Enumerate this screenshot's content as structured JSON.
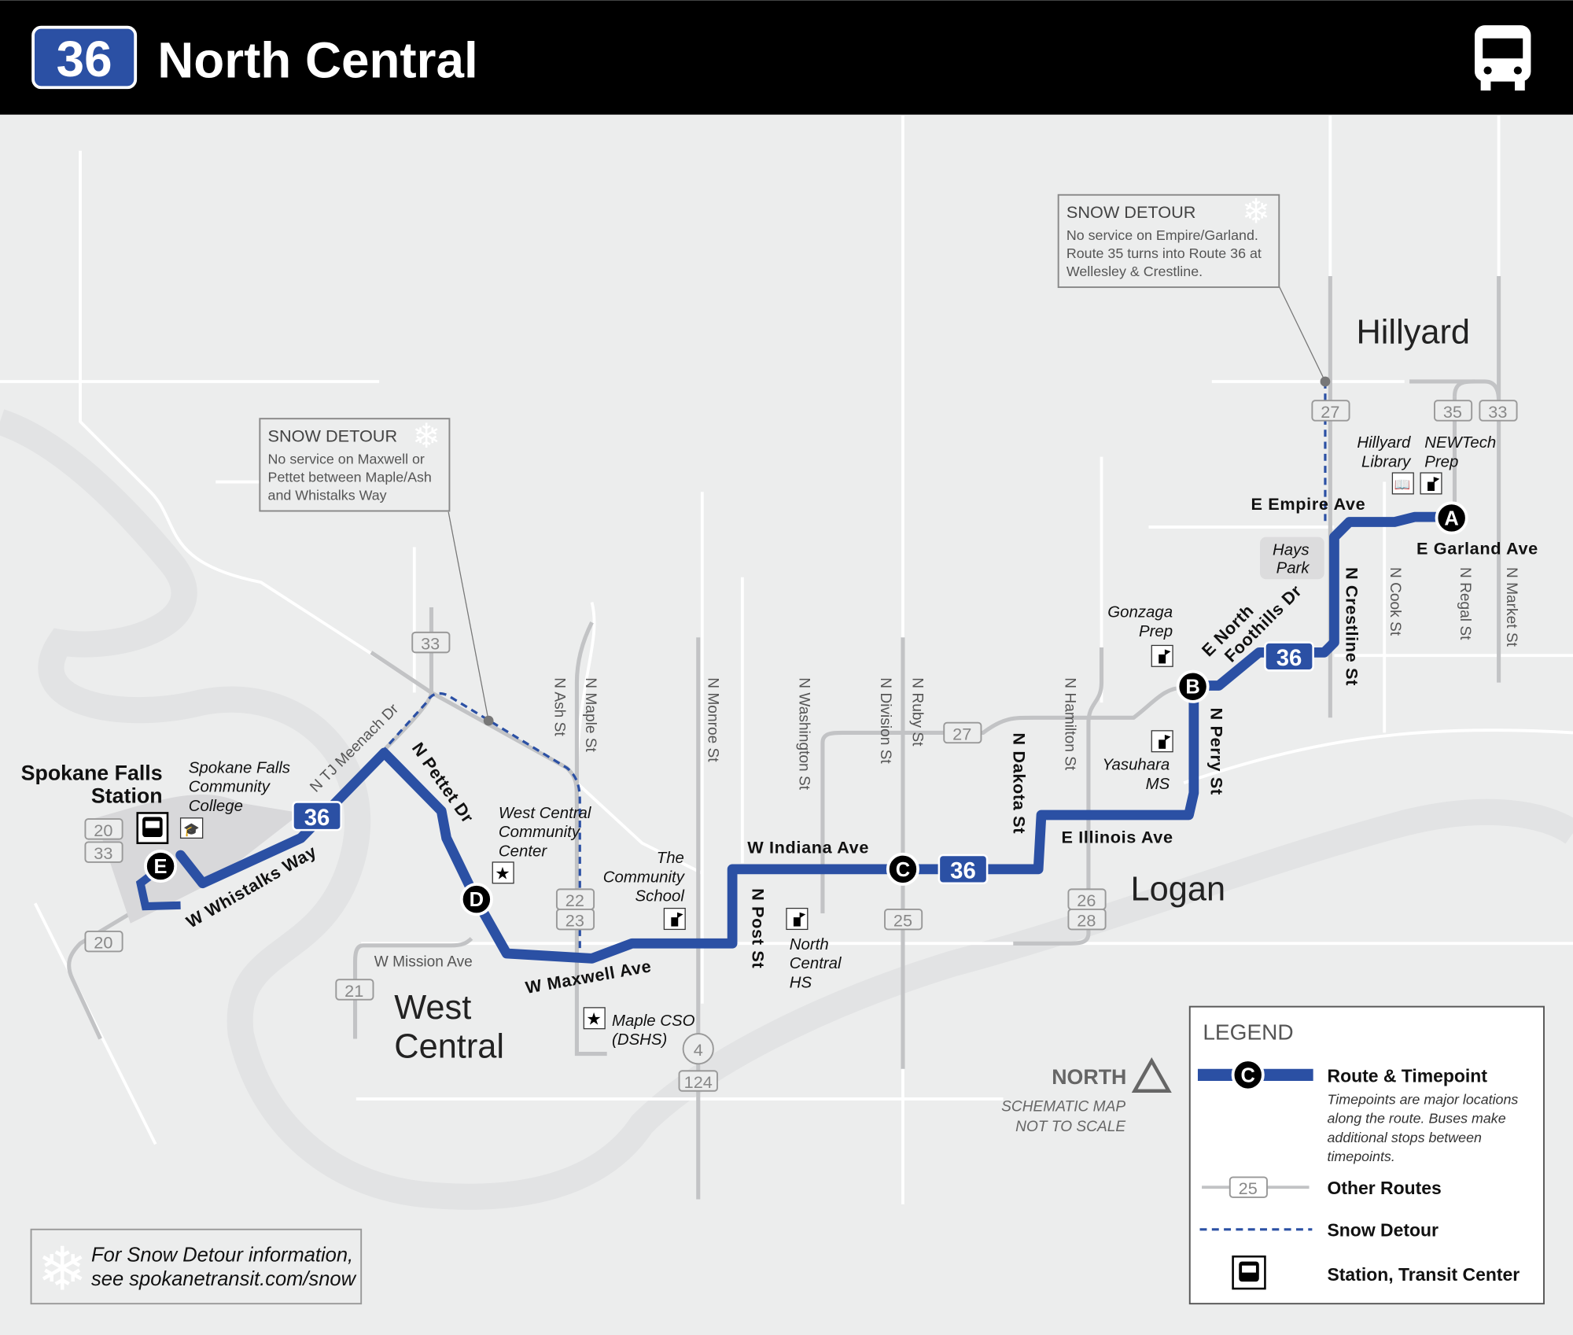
{
  "header": {
    "route_number": "36",
    "route_name": "North Central",
    "icon": "bus-icon"
  },
  "detour_notes": [
    {
      "title": "SNOW DETOUR",
      "lines": [
        "No service on Empire/Garland.",
        "Route 35 turns into Route 36 at",
        "Wellesley & Crestline."
      ]
    },
    {
      "title": "SNOW DETOUR",
      "lines": [
        "No service on Maxwell or",
        "Pettet between Maple/Ash",
        "and Whistalks Way"
      ]
    }
  ],
  "neighborhoods": {
    "hillyard": "Hillyard",
    "logan": "Logan",
    "west_central": [
      "West",
      "Central"
    ]
  },
  "streets": {
    "empire": "E  Empire  Ave",
    "garland": "E  Garland  Ave",
    "crestline": "N  Crestline  St",
    "cook": "N  Cook  St",
    "regal": "N  Regal  St",
    "market": "N  Market  St",
    "foothills": [
      "E North",
      "Foothills Dr"
    ],
    "perry": "N  Perry  St",
    "hamilton": "N  Hamilton  St",
    "dakota": "N  Dakota  St",
    "illinois": "E  Illinois  Ave",
    "ruby": "N  Ruby  St",
    "division": "N  Division  St",
    "washington": "N  Washington  St",
    "indiana": "W  Indiana  Ave",
    "post": "N  Post  St",
    "monroe": "N  Monroe  St",
    "maple": "N  Maple  St",
    "ash": "N  Ash  St",
    "maxwell": "W  Maxwell  Ave",
    "mission": "W  Mission  Ave",
    "pettet": "N  Pettet  Dr",
    "meenach": "N  TJ  Meenach  Dr",
    "whistalks": "W  Whistalks  Way"
  },
  "timepoints": [
    "A",
    "B",
    "C",
    "D",
    "E"
  ],
  "route_shields": [
    "36",
    "36",
    "36"
  ],
  "landmarks": {
    "station": [
      "Spokane Falls",
      "Station"
    ],
    "sfcc": [
      "Spokane Falls",
      "Community",
      "College"
    ],
    "wccc": [
      "West Central",
      "Community",
      "Center"
    ],
    "community_school": [
      "The",
      "Community",
      "School"
    ],
    "maple_cso": [
      "Maple CSO",
      "(DSHS)"
    ],
    "north_central_hs": [
      "North",
      "Central",
      "HS"
    ],
    "yasuhara": [
      "Yasuhara",
      "MS"
    ],
    "gonzaga": [
      "Gonzaga",
      "Prep"
    ],
    "hays_park": [
      "Hays",
      "Park"
    ],
    "hillyard_library": [
      "Hillyard",
      "Library"
    ],
    "newtech": [
      "NEWTech",
      "Prep"
    ]
  },
  "other_routes": {
    "r27a": "27",
    "r35": "35",
    "r33a": "33",
    "r27b": "27",
    "r25": "25",
    "r26": "26",
    "r28": "28",
    "r22": "22",
    "r23": "23",
    "r21": "21",
    "r4": "4",
    "r124": "124",
    "r33b": "33",
    "r20a": "20",
    "r33c": "33",
    "r20b": "20"
  },
  "north": {
    "label": "NORTH",
    "note": [
      "SCHEMATIC MAP",
      "NOT TO SCALE"
    ]
  },
  "legend": {
    "title": "LEGEND",
    "route_timepoint": "Route & Timepoint",
    "route_timepoint_letter": "C",
    "route_timepoint_desc": [
      "Timepoints are major locations",
      "along the route. Buses make",
      "additional stops between",
      "timepoints."
    ],
    "other_routes": "Other Routes",
    "other_routes_sample": "25",
    "snow_detour": "Snow Detour",
    "station": "Station, Transit Center"
  },
  "snow_info": [
    "For Snow Detour information,",
    "see spokanetransit.com/snow"
  ],
  "colors": {
    "route": "#2b50a4",
    "header_bg": "#000000",
    "map_bg": "#eceded",
    "other_route": "#c2c3c5"
  }
}
